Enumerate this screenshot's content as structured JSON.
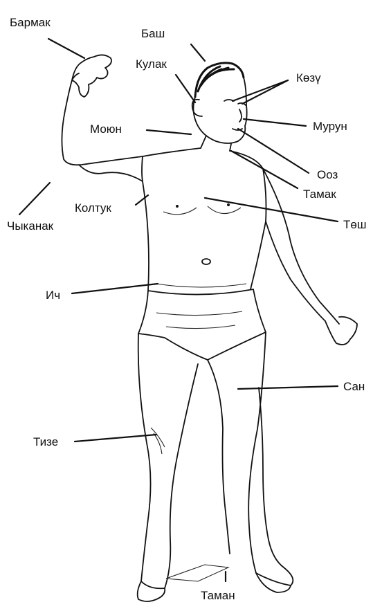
{
  "labels": {
    "barmak": "Бармак",
    "bash": "Баш",
    "kulak": "Кулак",
    "kozu": "Көзү",
    "moyun": "Моюн",
    "murun": "Мурун",
    "ooz": "Ооз",
    "tamak": "Тамак",
    "koltuk": "Колтук",
    "tosh": "Төш",
    "chykanak": "Чыканак",
    "ich": "Ич",
    "san": "Сан",
    "tize": "Тизе",
    "taman": "Таман"
  }
}
